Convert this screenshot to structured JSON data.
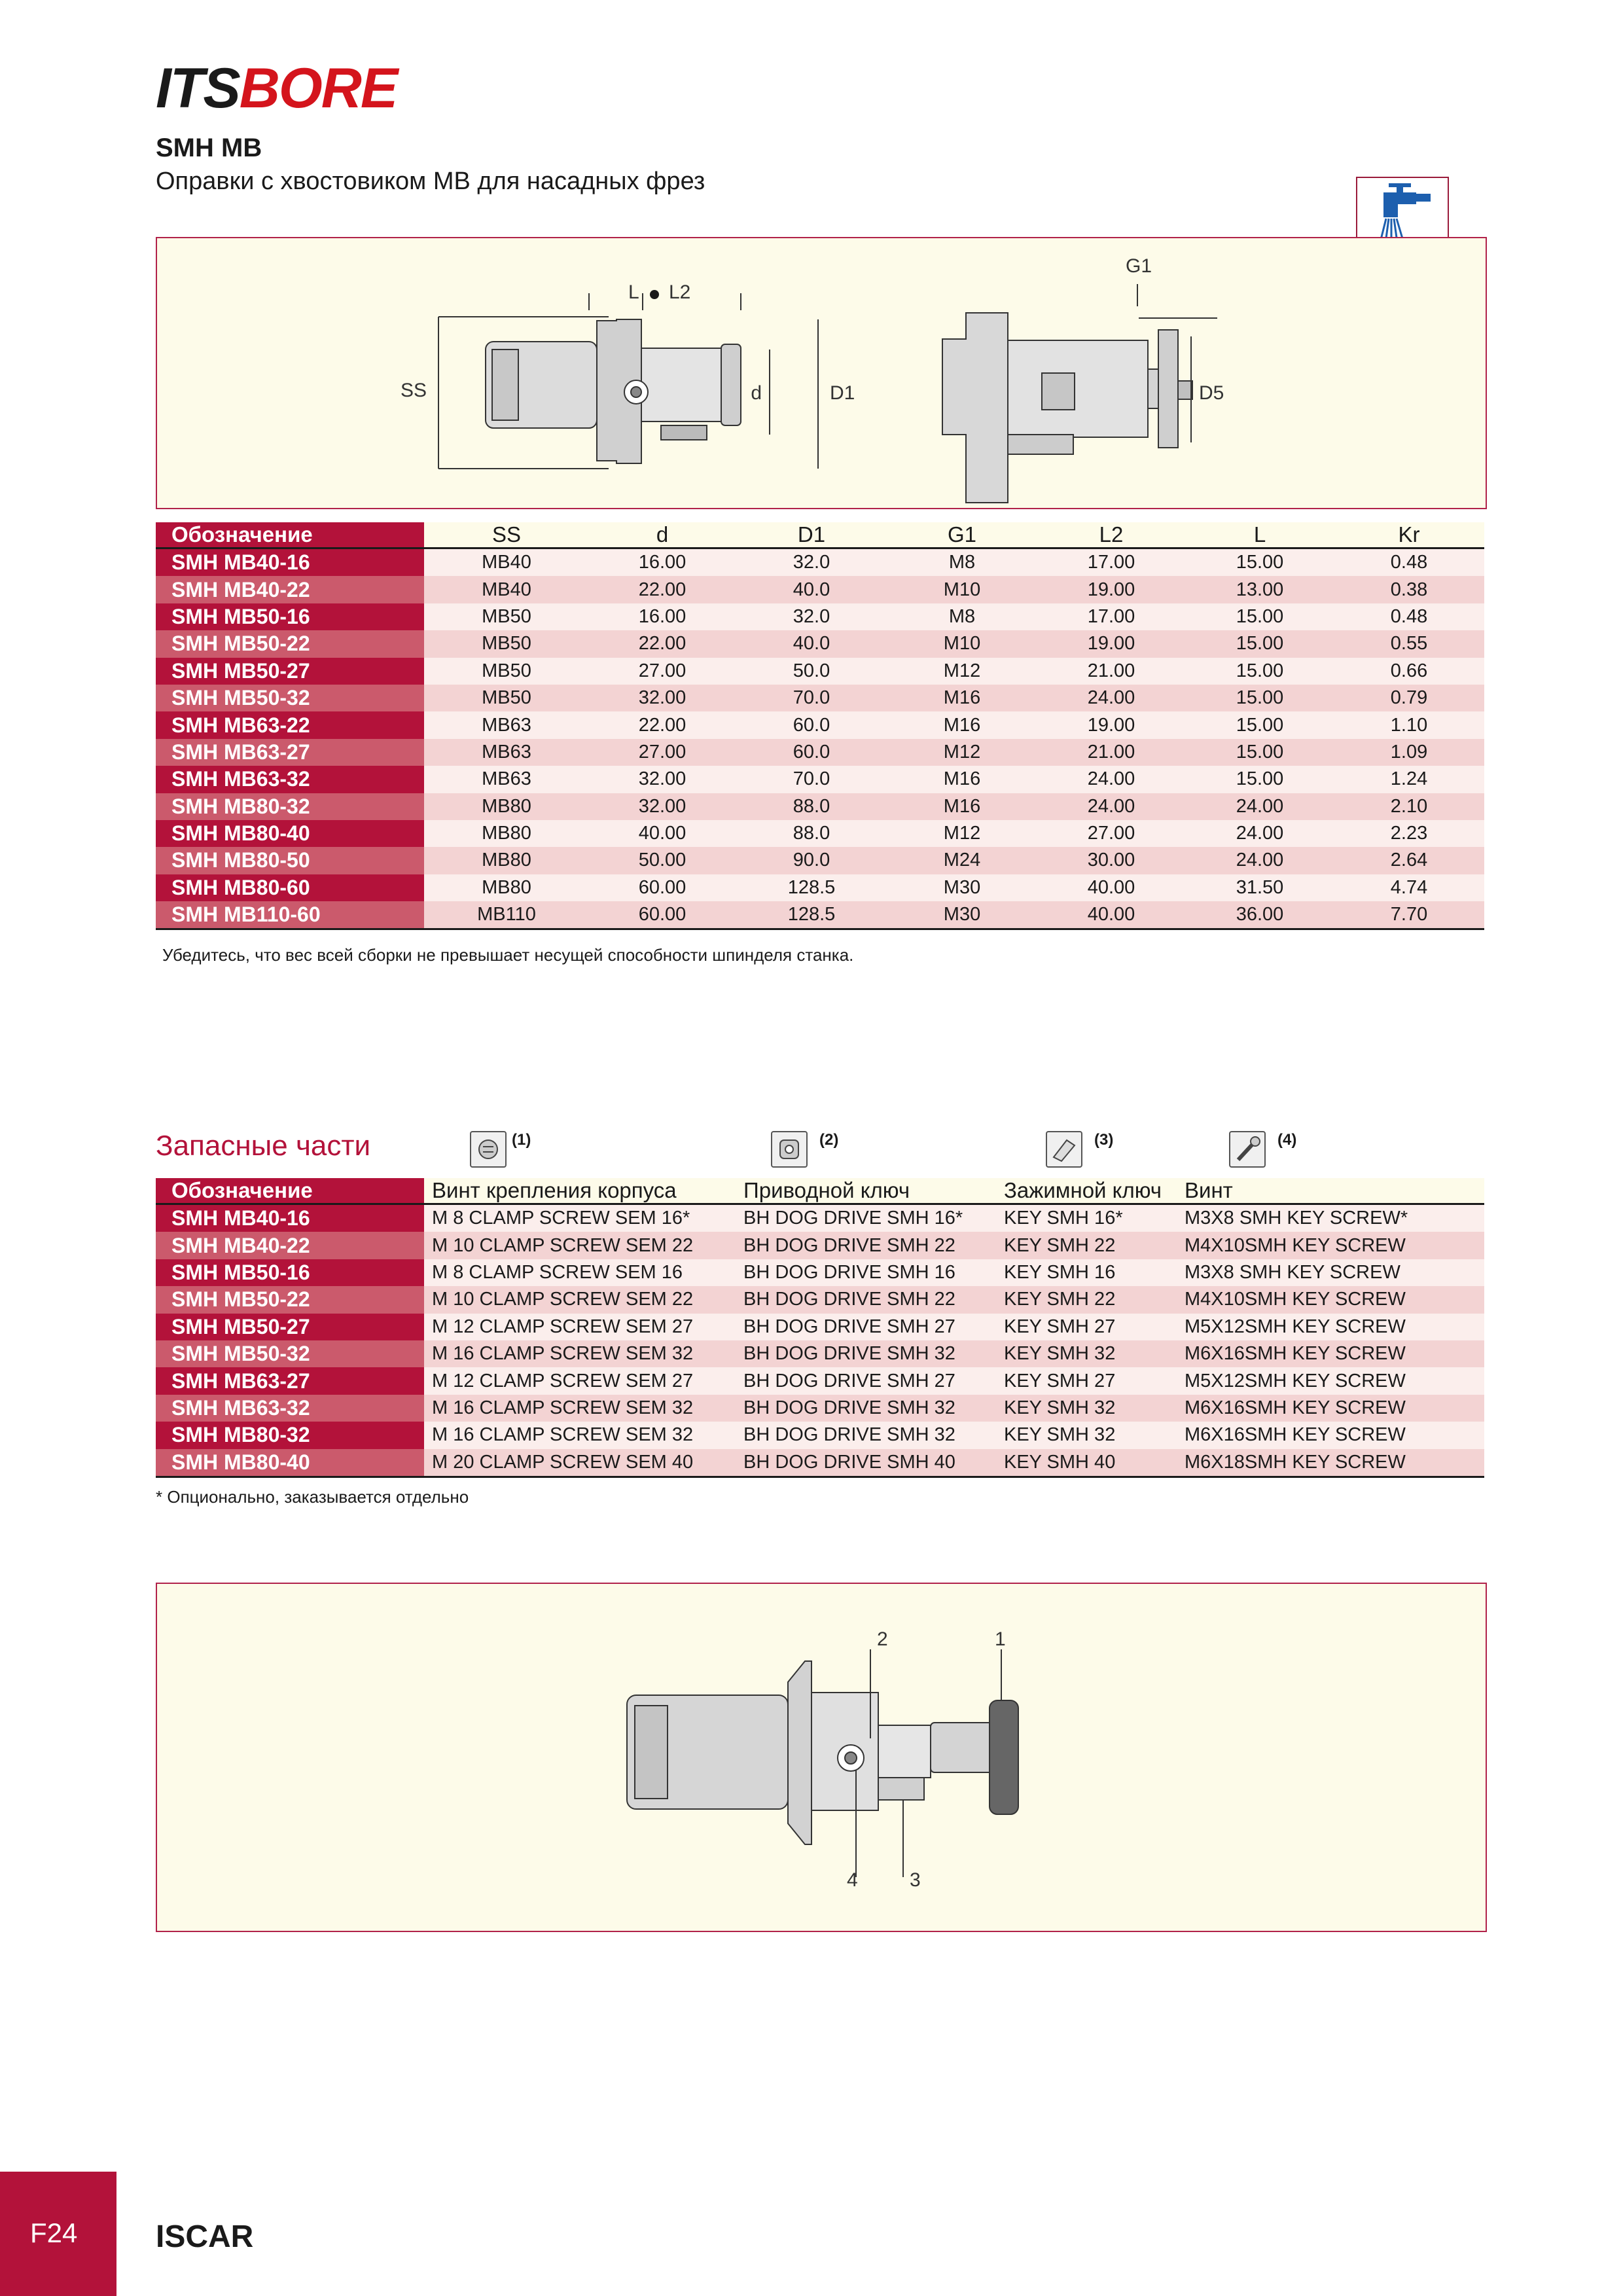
{
  "header": {
    "logo_its": "ITS",
    "logo_bore": "BORE",
    "model": "SMH MB",
    "subtitle": "Оправки с хвостовиком MB для насадных фрез"
  },
  "drawing": {
    "labels": [
      "L",
      "L2",
      "SS",
      "d",
      "D1",
      "G1",
      "D5"
    ]
  },
  "spec_table": {
    "headers": [
      "Обозначение",
      "SS",
      "d",
      "D1",
      "G1",
      "L2",
      "L",
      "Kr"
    ],
    "rows": [
      [
        "SMH MB40-16",
        "MB40",
        "16.00",
        "32.0",
        "M8",
        "17.00",
        "15.00",
        "0.48"
      ],
      [
        "SMH MB40-22",
        "MB40",
        "22.00",
        "40.0",
        "M10",
        "19.00",
        "13.00",
        "0.38"
      ],
      [
        "SMH MB50-16",
        "MB50",
        "16.00",
        "32.0",
        "M8",
        "17.00",
        "15.00",
        "0.48"
      ],
      [
        "SMH MB50-22",
        "MB50",
        "22.00",
        "40.0",
        "M10",
        "19.00",
        "15.00",
        "0.55"
      ],
      [
        "SMH MB50-27",
        "MB50",
        "27.00",
        "50.0",
        "M12",
        "21.00",
        "15.00",
        "0.66"
      ],
      [
        "SMH MB50-32",
        "MB50",
        "32.00",
        "70.0",
        "M16",
        "24.00",
        "15.00",
        "0.79"
      ],
      [
        "SMH MB63-22",
        "MB63",
        "22.00",
        "60.0",
        "M16",
        "19.00",
        "15.00",
        "1.10"
      ],
      [
        "SMH MB63-27",
        "MB63",
        "27.00",
        "60.0",
        "M12",
        "21.00",
        "15.00",
        "1.09"
      ],
      [
        "SMH MB63-32",
        "MB63",
        "32.00",
        "70.0",
        "M16",
        "24.00",
        "15.00",
        "1.24"
      ],
      [
        "SMH MB80-32",
        "MB80",
        "32.00",
        "88.0",
        "M16",
        "24.00",
        "24.00",
        "2.10"
      ],
      [
        "SMH MB80-40",
        "MB80",
        "40.00",
        "88.0",
        "M12",
        "27.00",
        "24.00",
        "2.23"
      ],
      [
        "SMH MB80-50",
        "MB80",
        "50.00",
        "90.0",
        "M24",
        "30.00",
        "24.00",
        "2.64"
      ],
      [
        "SMH MB80-60",
        "MB80",
        "60.00",
        "128.5",
        "M30",
        "40.00",
        "31.50",
        "4.74"
      ],
      [
        "SMH MB110-60",
        "MB110",
        "60.00",
        "128.5",
        "M30",
        "40.00",
        "36.00",
        "7.70"
      ]
    ],
    "note": "Убедитесь, что вес всей сборки не превышает несущей способности шпинделя станка."
  },
  "spare_parts": {
    "title": "Запасные части",
    "part_numbers": [
      "(1)",
      "(2)",
      "(3)",
      "(4)"
    ],
    "headers": [
      "Обозначение",
      "Винт крепления корпуса",
      "Приводной ключ",
      "Зажимной ключ",
      "Винт"
    ],
    "rows": [
      [
        "SMH MB40-16",
        "M  8 CLAMP SCREW SEM 16*",
        "BH DOG DRIVE SMH 16*",
        "KEY SMH 16*",
        "M3X8 SMH KEY SCREW*"
      ],
      [
        "SMH MB40-22",
        "M 10 CLAMP SCREW SEM 22",
        "BH DOG DRIVE SMH 22",
        "KEY SMH 22",
        "M4X10SMH KEY SCREW"
      ],
      [
        "SMH MB50-16",
        "M  8 CLAMP SCREW SEM 16",
        "BH DOG DRIVE SMH 16",
        "KEY SMH 16",
        "M3X8 SMH KEY SCREW"
      ],
      [
        "SMH MB50-22",
        "M 10 CLAMP SCREW SEM 22",
        "BH DOG DRIVE SMH 22",
        "KEY SMH 22",
        "M4X10SMH KEY SCREW"
      ],
      [
        "SMH MB50-27",
        "M 12 CLAMP SCREW SEM 27",
        "BH DOG DRIVE SMH 27",
        "KEY SMH 27",
        "M5X12SMH KEY SCREW"
      ],
      [
        "SMH MB50-32",
        "M 16 CLAMP SCREW SEM 32",
        "BH DOG DRIVE SMH 32",
        "KEY SMH 32",
        "M6X16SMH KEY SCREW"
      ],
      [
        "SMH MB63-27",
        "M 12 CLAMP SCREW SEM 27",
        "BH DOG DRIVE SMH 27",
        "KEY SMH 27",
        "M5X12SMH KEY SCREW"
      ],
      [
        "SMH MB63-32",
        "M 16 CLAMP SCREW SEM 32",
        "BH DOG DRIVE SMH 32",
        "KEY SMH 32",
        "M6X16SMH KEY SCREW"
      ],
      [
        "SMH MB80-32",
        "M 16 CLAMP SCREW SEM 32",
        "BH DOG DRIVE SMH 32",
        "KEY SMH 32",
        "M6X16SMH KEY SCREW"
      ],
      [
        "SMH MB80-40",
        "M 20 CLAMP SCREW SEM 40",
        "BH DOG DRIVE SMH 40",
        "KEY SMH 40",
        "M6X18SMH KEY SCREW"
      ]
    ],
    "note": "*  Опционально, заказывается отдельно"
  },
  "assembly": {
    "callouts": [
      "2",
      "1",
      "4",
      "3"
    ]
  },
  "footer": {
    "page": "F24",
    "brand": "ISCAR"
  },
  "colors": {
    "accent": "#b3123a",
    "accent_light": "#cb5a6c",
    "row_light": "#fbeeec",
    "row_dark": "#f3d3d3",
    "panel_bg": "#fdfbe9"
  }
}
